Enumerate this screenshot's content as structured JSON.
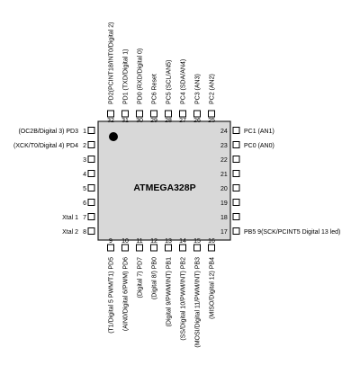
{
  "chip": {
    "name": "ATMEGA328P"
  },
  "pins": {
    "left": [
      {
        "num": "1",
        "label": "(OC2B/Digital 3) PD3"
      },
      {
        "num": "2",
        "label": "(XCK/T0/Digital 4) PD4"
      },
      {
        "num": "3",
        "label": ""
      },
      {
        "num": "4",
        "label": ""
      },
      {
        "num": "5",
        "label": ""
      },
      {
        "num": "6",
        "label": ""
      },
      {
        "num": "7",
        "label": "Xtal 1"
      },
      {
        "num": "8",
        "label": "Xtal 2"
      }
    ],
    "bottom": [
      {
        "num": "9",
        "label": "(T1/Digital 5 PWM/T1) PD5"
      },
      {
        "num": "10",
        "label": "(AIN0/Digital 6/PWM) PD6"
      },
      {
        "num": "11",
        "label": "(Digital 7) PD7"
      },
      {
        "num": "12",
        "label": "(Digital 8/) PB0"
      },
      {
        "num": "13",
        "label": "(Digital 9/PWM/INT) PB1"
      },
      {
        "num": "14",
        "label": "(SS/Digital 10/PWM/INT) PB2"
      },
      {
        "num": "15",
        "label": "(MOSI/Digital 11/PWM/INT) PB3"
      },
      {
        "num": "16",
        "label": "(MISO/Digital 12) PB4"
      }
    ],
    "right": [
      {
        "num": "17",
        "label": "PB5 9(SCK/PCINT5 Digital 13 led)"
      },
      {
        "num": "18",
        "label": ""
      },
      {
        "num": "19",
        "label": ""
      },
      {
        "num": "20",
        "label": ""
      },
      {
        "num": "21",
        "label": ""
      },
      {
        "num": "22",
        "label": ""
      },
      {
        "num": "23",
        "label": "PC0 (AN0)"
      },
      {
        "num": "24",
        "label": "PC1 (AN1)"
      }
    ],
    "top": [
      {
        "num": "25",
        "label": "PC2 (AN2)"
      },
      {
        "num": "26",
        "label": "PC3 (AN3)"
      },
      {
        "num": "27",
        "label": "PC4 (SDA/AN4)"
      },
      {
        "num": "28",
        "label": "PC5 (SCL/AN5)"
      },
      {
        "num": "29",
        "label": "PC6 Reset"
      },
      {
        "num": "30",
        "label": "PD0 (RXD/Digital 0)"
      },
      {
        "num": "31",
        "label": "PD1 (TXD/Digital 1)"
      },
      {
        "num": "32",
        "label": "PD2(PCINT18/INT0/Digital 2)"
      }
    ]
  }
}
